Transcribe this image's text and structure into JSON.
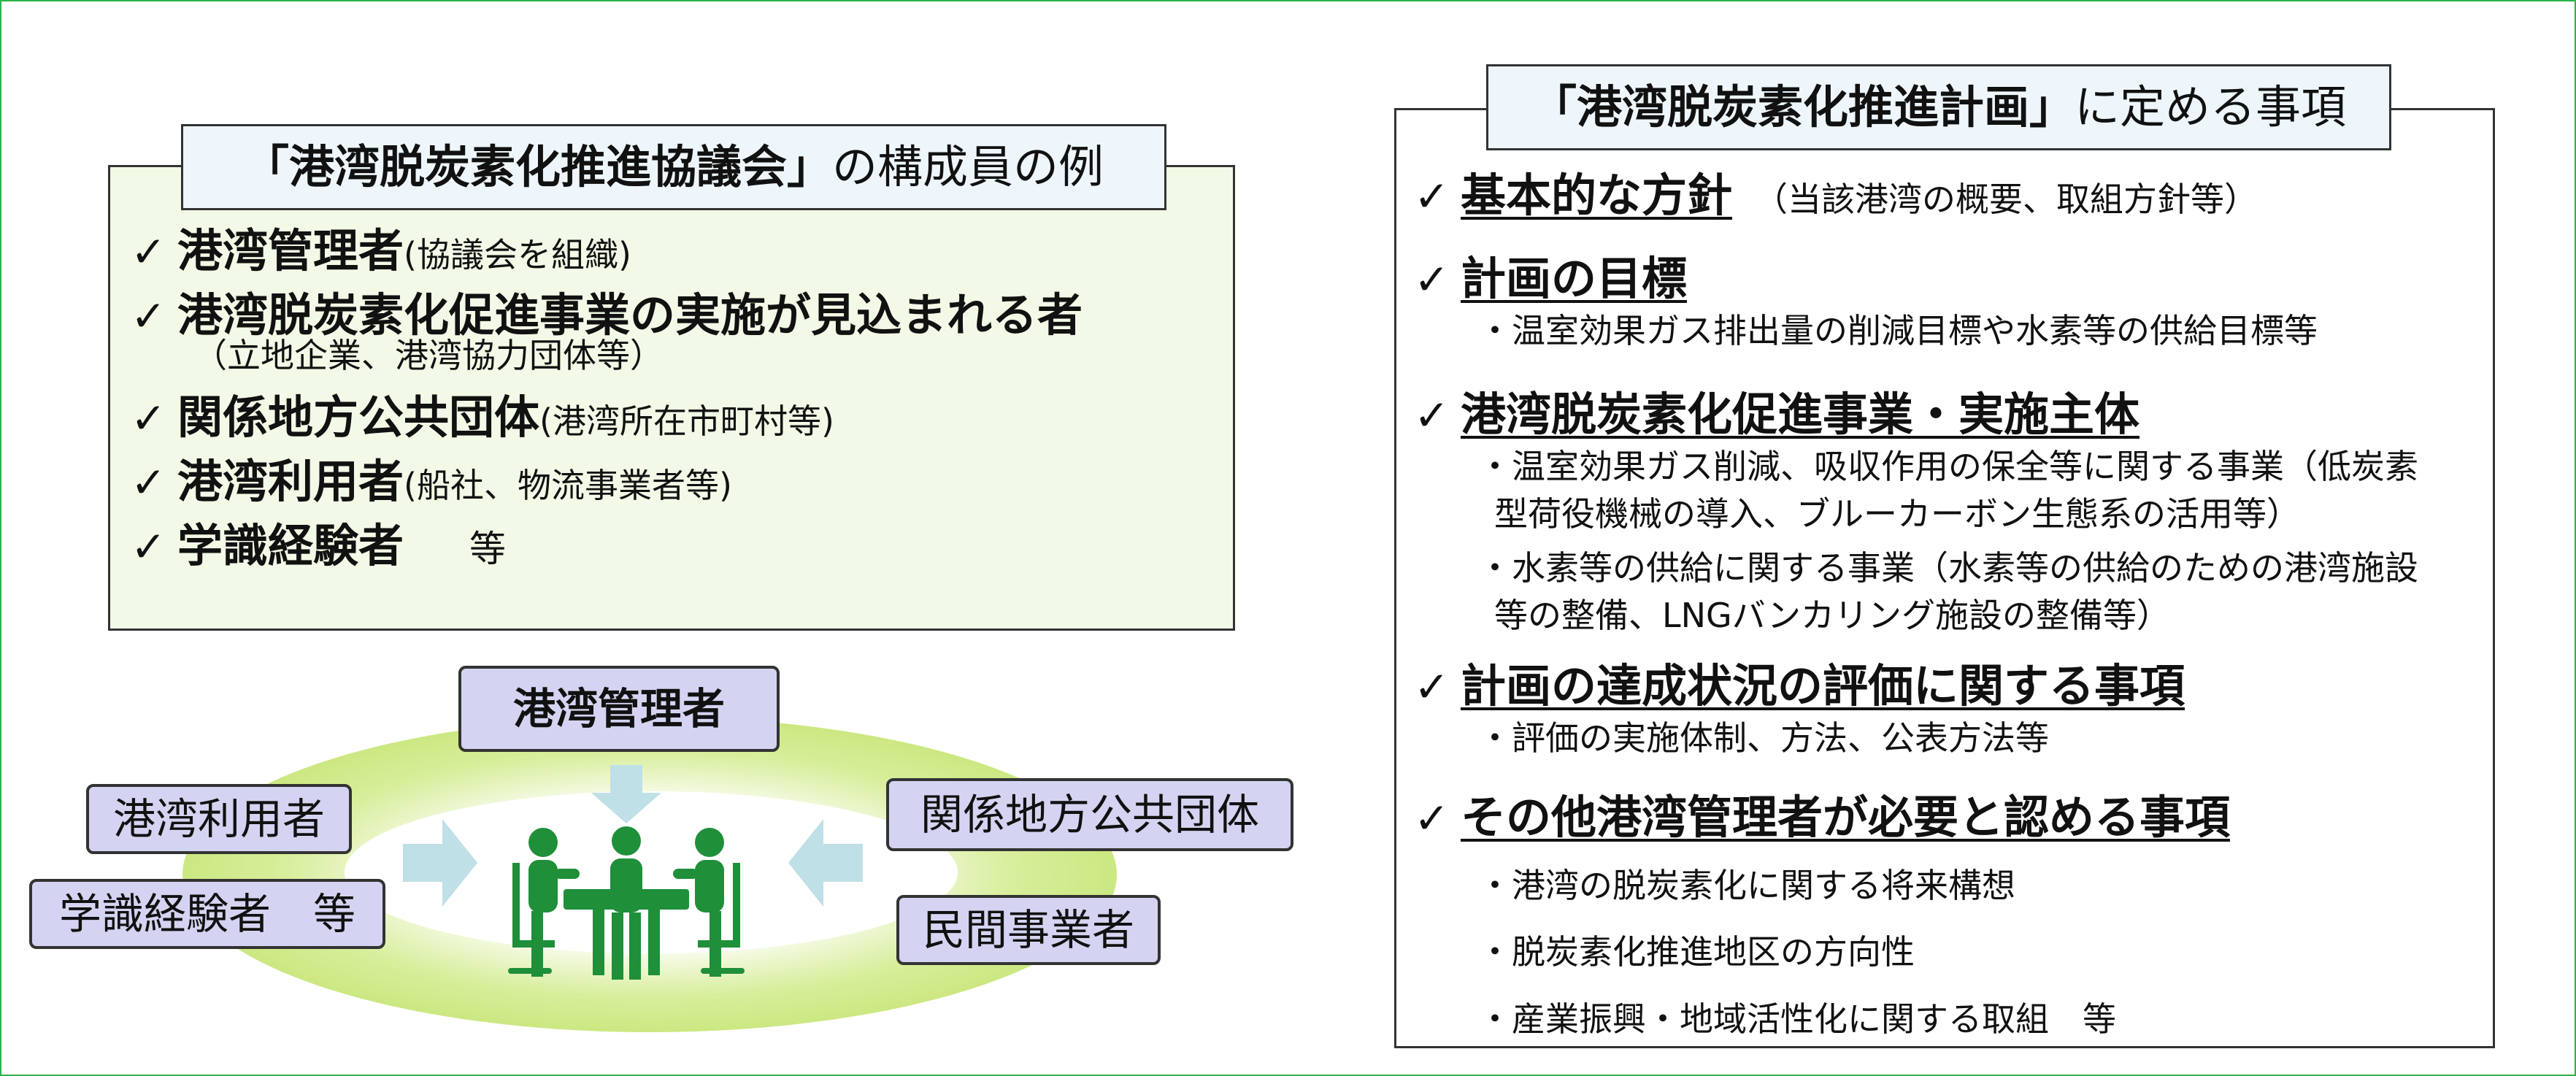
{
  "members": {
    "title_quote": "「港湾脱炭素化推進協議会」",
    "title_suffix": "の構成員の例",
    "check": "✓",
    "items": [
      {
        "main": "港湾管理者",
        "note": "(協議会を組織)"
      },
      {
        "main": "港湾脱炭素化促進事業の実施が見込まれる者",
        "note": ""
      },
      {
        "main": "関係地方公共団体",
        "note": "(港湾所在市町村等)"
      },
      {
        "main": "港湾利用者",
        "note": "(船社、物流事業者等)"
      },
      {
        "main": "学識経験者",
        "note": "",
        "suffix": "等"
      }
    ],
    "sub_note": "（立地企業、港湾協力団体等）"
  },
  "illustration": {
    "top_tag": "港湾管理者",
    "left_tags": [
      "港湾利用者",
      "学識経験者　等"
    ],
    "right_tags": [
      "関係地方公共団体",
      "民間事業者"
    ],
    "icon": "meeting-people-icon",
    "colors": {
      "ring": "#c8e67a",
      "tag": "#d4d4f2",
      "arrow": "#bfe0e6",
      "icon": "#1f8f3a"
    }
  },
  "plan": {
    "title_quote": "「港湾脱炭素化推進計画」",
    "title_suffix": "に定める事項",
    "items": [
      {
        "main": "基本的な方針",
        "note": "（当該港湾の概要、取組方針等）",
        "bullets": []
      },
      {
        "main": "計画の目標",
        "note": "",
        "bullets": [
          "・温室効果ガス排出量の削減目標や水素等の供給目標等"
        ]
      },
      {
        "main": "港湾脱炭素化促進事業・実施主体",
        "note": "",
        "bullets": [
          "・温室効果ガス削減、吸収作用の保全等に関する事業（低炭素型荷役機械の導入、ブルーカーボン生態系の活用等）",
          "・水素等の供給に関する事業（水素等の供給のための港湾施設等の整備、LNGバンカリング施設の整備等）"
        ]
      },
      {
        "main": "計画の達成状況の評価に関する事項",
        "note": "",
        "bullets": [
          "・評価の実施体制、方法、公表方法等"
        ]
      },
      {
        "main": "その他港湾管理者が必要と認める事項",
        "note": "",
        "bullets": [
          "・港湾の脱炭素化に関する将来構想",
          "・脱炭素化推進地区の方向性",
          "・産業振興・地域活性化に関する取組　等"
        ]
      }
    ]
  }
}
